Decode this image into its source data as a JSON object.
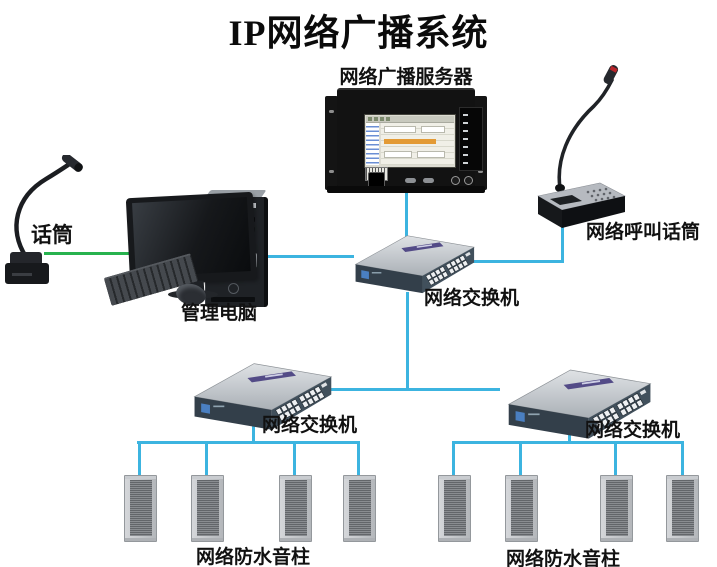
{
  "title": "IP网络广播系统",
  "colors": {
    "connection_line": "#3cb4e0",
    "mic_line": "#27b24e"
  },
  "devices": {
    "server": {
      "label": "网络广播服务器"
    },
    "desk_mic": {
      "label": "话筒"
    },
    "management_pc": {
      "label": "管理电脑"
    },
    "network_call_mic": {
      "label": "网络呼叫话筒"
    },
    "main_switch": {
      "label": "网络交换机"
    },
    "left_switch": {
      "label": "网络交换机"
    },
    "right_switch": {
      "label": "网络交换机"
    },
    "left_speakers": {
      "label": "网络防水音柱",
      "count": 4
    },
    "right_speakers": {
      "label": "网络防水音柱",
      "count": 4
    }
  }
}
